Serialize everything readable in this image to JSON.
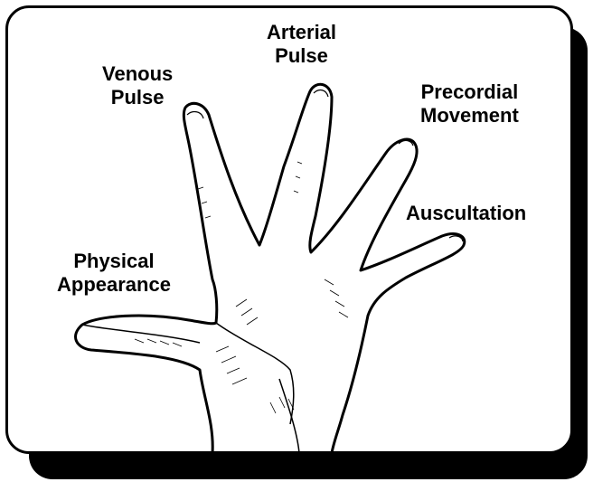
{
  "labels": {
    "venous": {
      "line1": "Venous",
      "line2": "Pulse"
    },
    "arterial": {
      "line1": "Arterial",
      "line2": "Pulse"
    },
    "precordial": {
      "line1": "Precordial",
      "line2": "Movement"
    },
    "auscultation": {
      "line1": "Auscultation"
    },
    "physical": {
      "line1": "Physical",
      "line2": "Appearance"
    }
  }
}
